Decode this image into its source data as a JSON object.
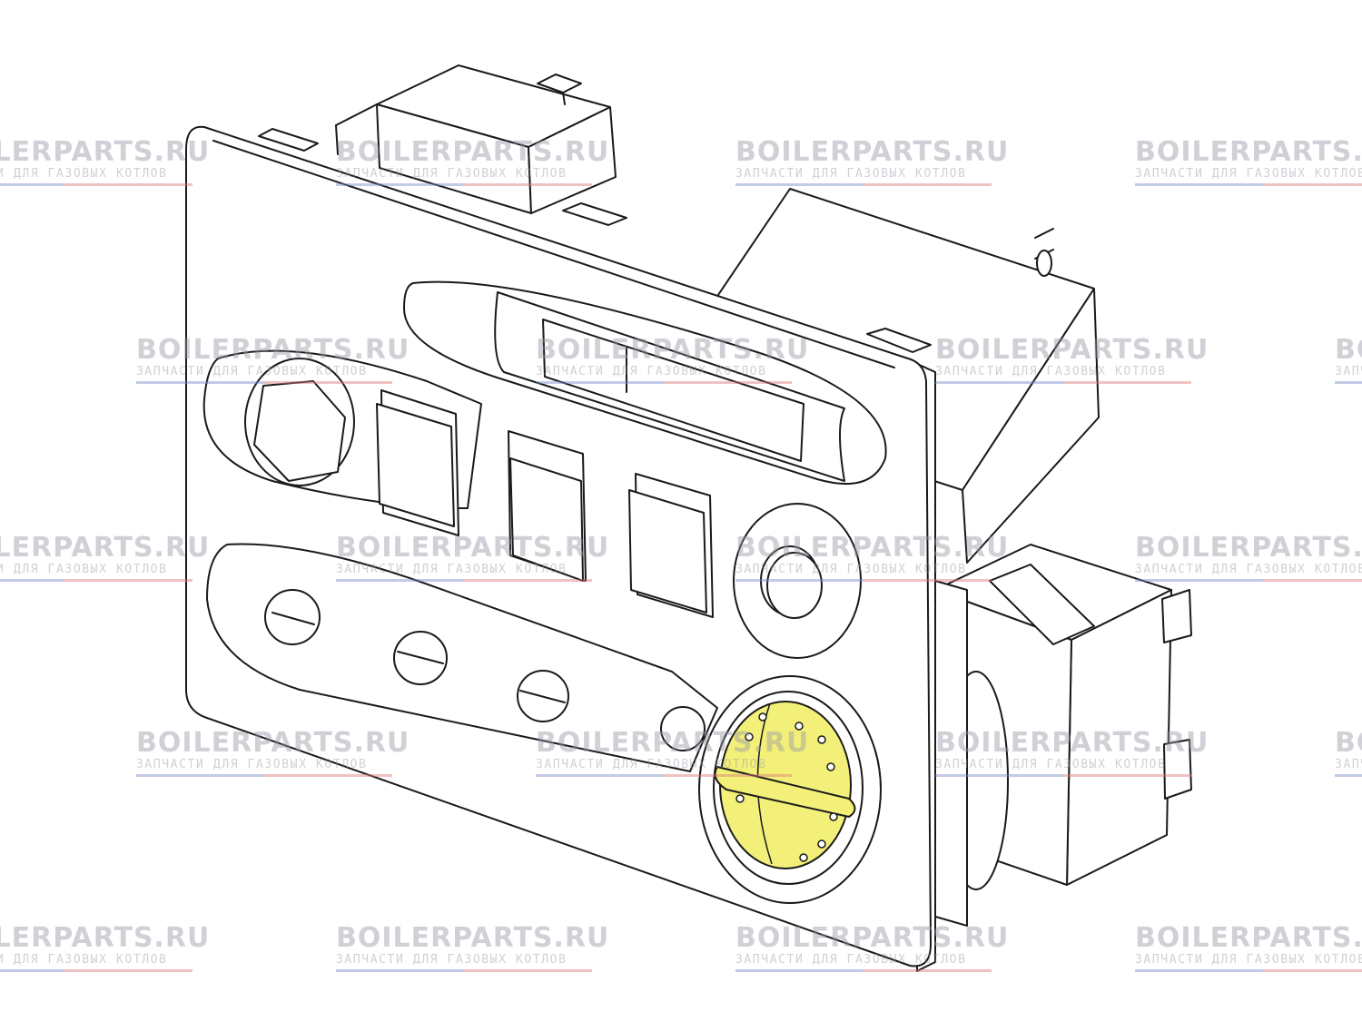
{
  "watermark": {
    "brand": "BOILERPARTS.RU",
    "subtitle": "ЗАПЧАСТИ ДЛЯ ГАЗОВЫХ КОТЛОВ"
  },
  "colors": {
    "line": "#1a1a1a",
    "fill": "#ffffff",
    "highlight": "#f3f07a"
  },
  "highlighted_part": "temperature-control-knob"
}
